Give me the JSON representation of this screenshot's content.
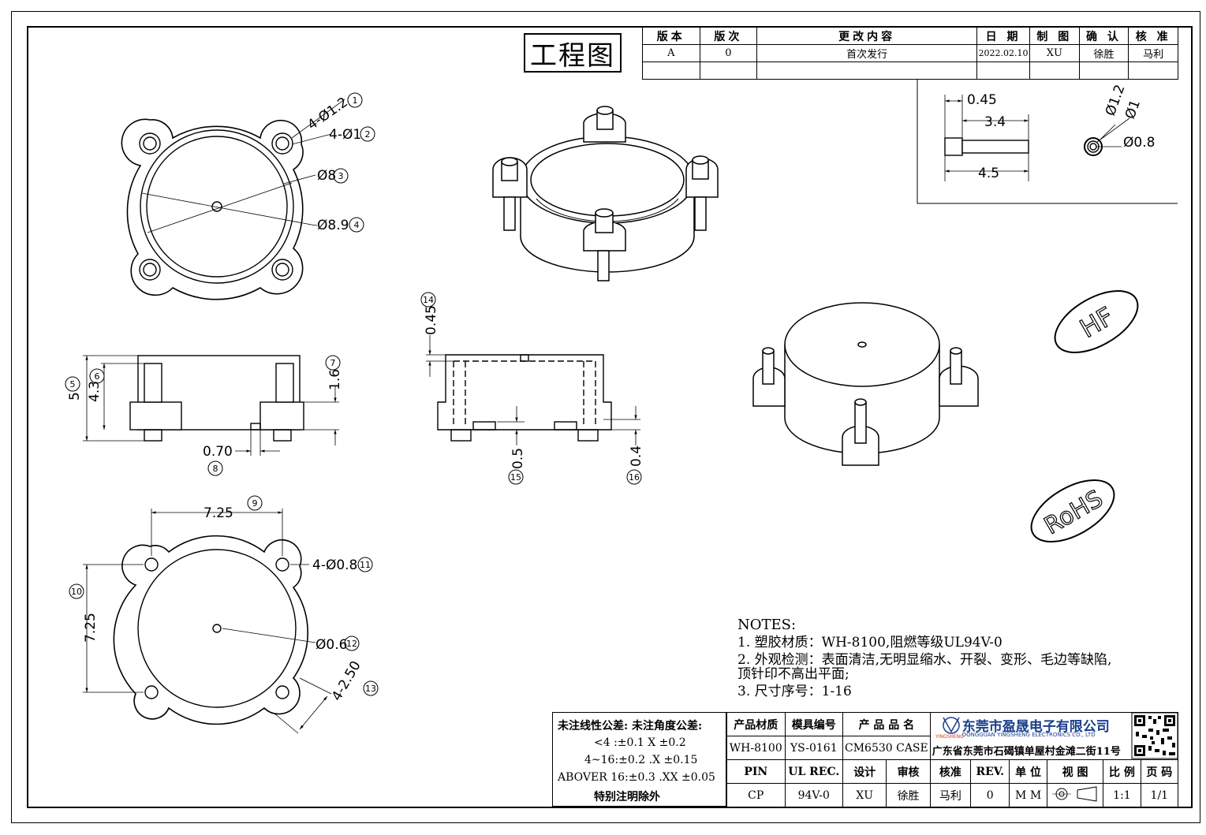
{
  "drawing_title": "工程图",
  "revision_table": {
    "headers": [
      "版本",
      "版次",
      "更改内容",
      "日 期",
      "制 图",
      "确 认",
      "核 准"
    ],
    "rows": [
      [
        "A",
        "0",
        "首次发行",
        "2022.02.10",
        "XU",
        "徐胜",
        "马利"
      ]
    ]
  },
  "pin_detail": {
    "dim_045": "0.45",
    "dim_34": "3.4",
    "dim_45": "4.5",
    "dim_d12": "Ø1.2",
    "dim_d1": "Ø1",
    "dim_d08": "Ø0.8"
  },
  "top_view": {
    "d1": "4-Ø1.2",
    "n1": "1",
    "d2": "4-Ø1",
    "n2": "2",
    "d3": "Ø8",
    "n3": "3",
    "d4": "Ø8.9",
    "n4": "4"
  },
  "side_view": {
    "d5": "5",
    "n5": "5",
    "d6": "4.3",
    "n6": "6",
    "d7": "1.6",
    "n7": "7",
    "d8": "0.70",
    "n8": "8"
  },
  "section_view": {
    "d14": "0.45",
    "n14": "14",
    "d15": "0.5",
    "n15": "15",
    "d16": "0.4",
    "n16": "16"
  },
  "bottom_view": {
    "d9": "7.25",
    "n9": "9",
    "d10": "7.25",
    "n10": "10",
    "d11": "4-Ø0.8",
    "n11": "11",
    "d12": "Ø0.6",
    "n12": "12",
    "d13": "4-2.50",
    "n13": "13"
  },
  "logos": {
    "hf": "HF",
    "rohs": "RoHS"
  },
  "notes": {
    "title": "NOTES:",
    "items": [
      "1.  塑胶材质：WH-8100,阻燃等级UL94V-0",
      "2.  外观检测：表面清洁,无明显缩水、开裂、变形、毛边等缺陷,",
      "     顶针印不高出平面;",
      "3.  尺寸序号：1-16"
    ]
  },
  "tolerance": {
    "title": "未注线性公差:  未注角度公差:",
    "line1": "<4 :±0.1   X ±0.2",
    "line2": "4~16:±0.2  .X ±0.15",
    "line3": "ABOVER 16:±0.3  .XX ±0.05",
    "line4": "特别注明除外"
  },
  "title_block": {
    "h_material": "产品材质",
    "h_mold": "模具编号",
    "h_name": "产 品 品 名",
    "material": "WH-8100",
    "mold": "YS-0161",
    "name": "CM6530 CASE",
    "h_pin": "PIN",
    "h_ul": "UL REC.",
    "h_design": "设计",
    "h_review": "审核",
    "h_approve": "核准",
    "h_rev": "REV.",
    "h_unit": "单 位",
    "h_view": "视 图",
    "h_scale": "比 例",
    "h_page": "页 码",
    "pin": "CP",
    "ul": "94V-0",
    "design": "XU",
    "review": "徐胜",
    "approve": "马利",
    "rev": "0",
    "unit": "M M",
    "scale": "1:1",
    "page": "1/1"
  },
  "company": {
    "name_cn": "东莞市盈晟电子有限公司",
    "name_en": "DONGGUAN YINGSHENG ELECTRONICS CO., LTD",
    "address": "广东省东莞市石碣镇单屋村金滩二街11号",
    "logo_text": "YINGSHENG"
  }
}
